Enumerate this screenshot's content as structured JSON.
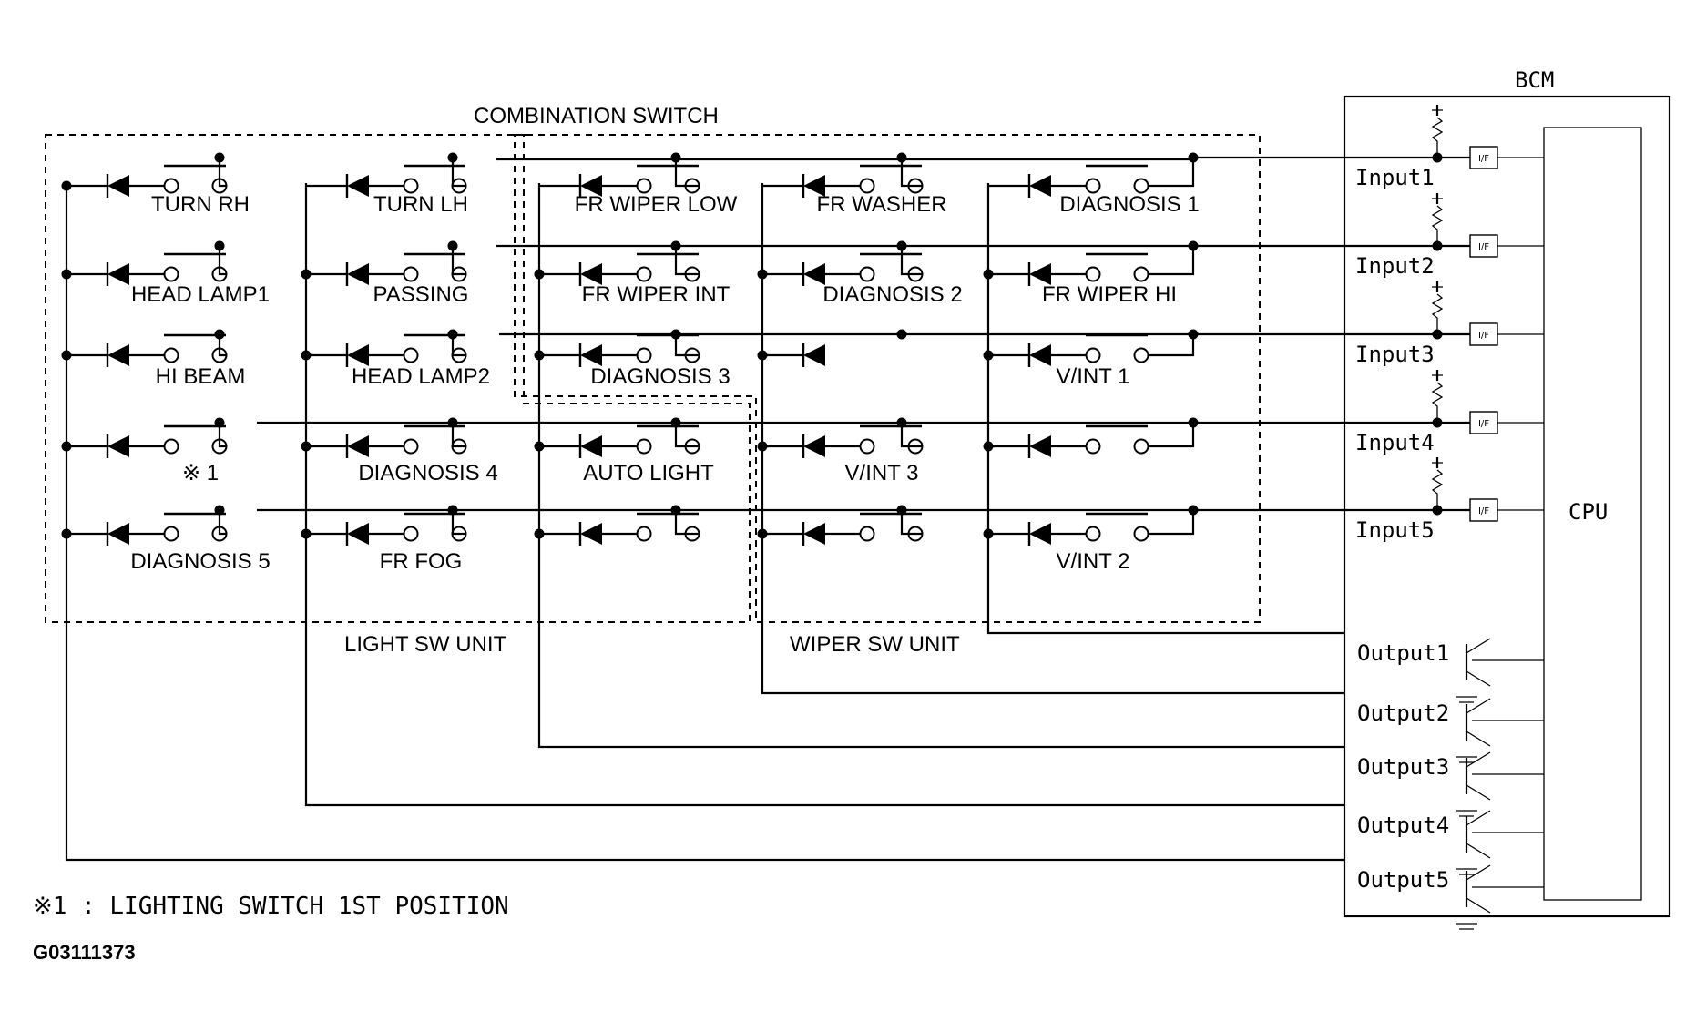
{
  "title": "COMBINATION SWITCH",
  "bcm_label": "BCM",
  "cpu_label": "CPU",
  "interface_label": "I/F",
  "unit_labels": {
    "light": "LIGHT SW UNIT",
    "wiper": "WIPER SW UNIT"
  },
  "inputs": [
    "Input1",
    "Input2",
    "Input3",
    "Input4",
    "Input5"
  ],
  "outputs": [
    "Output1",
    "Output2",
    "Output3",
    "Output4",
    "Output5"
  ],
  "switches": [
    "TURN RH",
    "HEAD LAMP1",
    "HI BEAM",
    "※ 1",
    "DIAGNOSIS 5",
    "TURN LH",
    "PASSING",
    "HEAD LAMP2",
    "DIAGNOSIS 4",
    "FR FOG",
    "FR WIPER LOW",
    "FR WIPER INT",
    "DIAGNOSIS 3",
    "AUTO LIGHT",
    "FR WASHER",
    "DIAGNOSIS 2",
    "V/INT 3",
    "DIAGNOSIS 1",
    "FR WIPER HI",
    "V/INT 1",
    "V/INT 2"
  ],
  "footnote": "※1 : LIGHTING SWITCH 1ST POSITION",
  "figure_id": "G03111373"
}
